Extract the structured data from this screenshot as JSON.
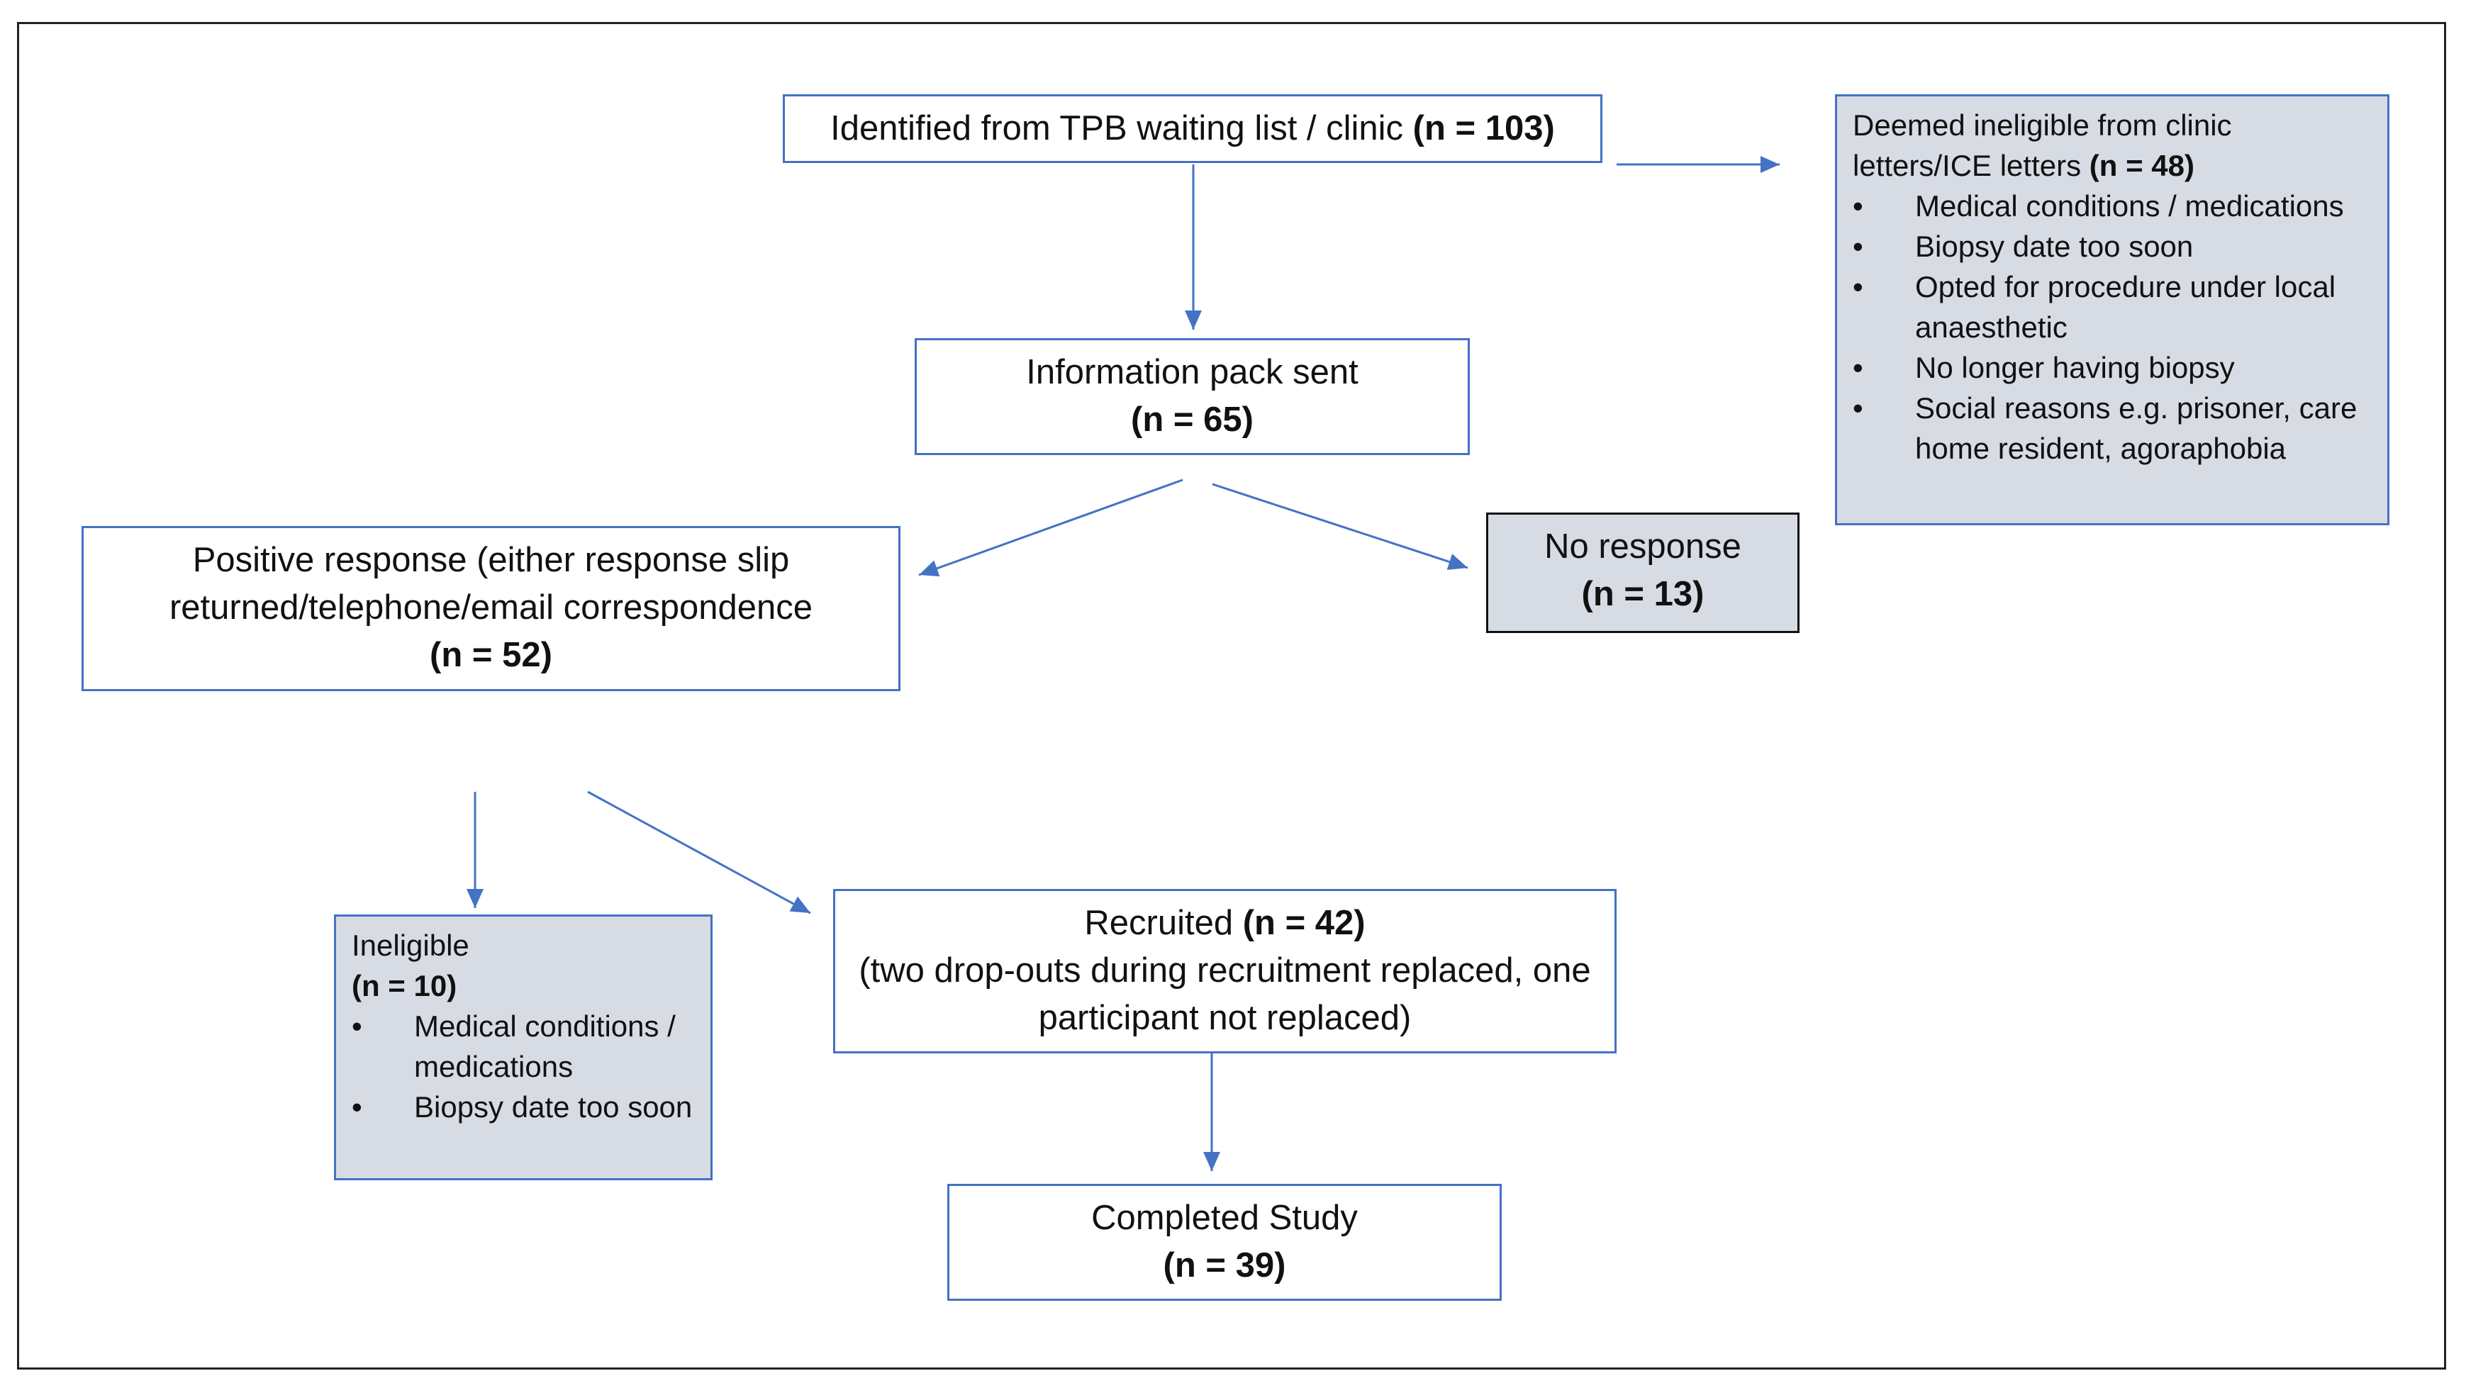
{
  "identified": {
    "text": "Identified from TPB waiting list / clinic ",
    "n": "(n = 103)"
  },
  "ineligible_top": {
    "heading": "Deemed ineligible from clinic letters/ICE letters ",
    "n": "(n = 48)",
    "items": [
      "Medical conditions / medications",
      "Biopsy date too soon",
      "Opted for procedure under local anaesthetic",
      "No longer having biopsy",
      "Social reasons e.g. prisoner, care home resident, agoraphobia"
    ]
  },
  "info_pack": {
    "text": "Information pack sent",
    "n": "(n = 65)"
  },
  "positive": {
    "text": "Positive response (either response slip returned/telephone/email correspondence",
    "n": "(n = 52)"
  },
  "no_response": {
    "text": "No response",
    "n": "(n = 13)"
  },
  "ineligible_bottom": {
    "heading": "Ineligible",
    "n": "(n = 10)",
    "items": [
      "Medical conditions / medications",
      "Biopsy date too soon"
    ]
  },
  "recruited": {
    "text": "Recruited ",
    "n": "(n = 42)",
    "note": "(two drop-outs during recruitment replaced, one participant not replaced)"
  },
  "completed": {
    "text": "Completed Study",
    "n": "(n = 39)"
  },
  "colors": {
    "box_border": "#4472c4",
    "grey_fill": "#d6dbe4",
    "arrow": "#4472c4"
  }
}
